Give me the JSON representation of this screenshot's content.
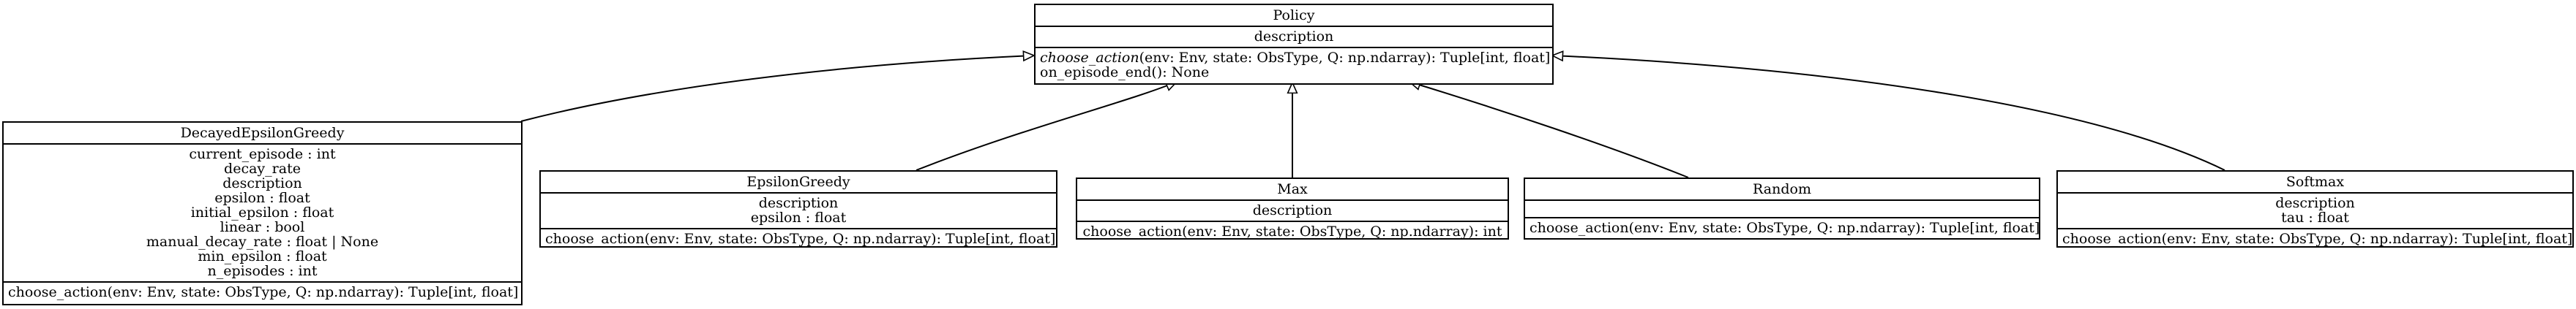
{
  "classes": {
    "policy": {
      "name": "Policy",
      "attributes": [
        "description"
      ],
      "methods": [
        {
          "abstract_name": "choose_action",
          "rest": "(env: Env, state: ObsType, Q: np.ndarray): Tuple[int, float]"
        },
        {
          "text": "on_episode_end(): None"
        }
      ]
    },
    "decayed": {
      "name": "DecayedEpsilonGreedy",
      "attributes": [
        "current_episode : int",
        "decay_rate",
        "description",
        "epsilon : float",
        "initial_epsilon : float",
        "linear : bool",
        "manual_decay_rate : float | None",
        "min_epsilon : float",
        "n_episodes : int"
      ],
      "methods": [
        "choose_action(env: Env, state: ObsType, Q: np.ndarray): Tuple[int, float]"
      ]
    },
    "epsilon": {
      "name": "EpsilonGreedy",
      "attributes": [
        "description",
        "epsilon : float"
      ],
      "methods": [
        "choose_action(env: Env, state: ObsType, Q: np.ndarray): Tuple[int, float]"
      ]
    },
    "max": {
      "name": "Max",
      "attributes": [
        "description"
      ],
      "methods": [
        "choose_action(env: Env, state: ObsType, Q: np.ndarray): int"
      ]
    },
    "random": {
      "name": "Random",
      "attributes": [],
      "methods": [
        "choose_action(env: Env, state: ObsType, Q: np.ndarray): Tuple[int, float]"
      ]
    },
    "softmax": {
      "name": "Softmax",
      "attributes": [
        "description",
        "tau : float"
      ],
      "methods": [
        "choose_action(env: Env, state: ObsType, Q: np.ndarray): Tuple[int, float]"
      ]
    }
  },
  "relations": [
    {
      "from": "DecayedEpsilonGreedy",
      "to": "Policy",
      "type": "generalization"
    },
    {
      "from": "EpsilonGreedy",
      "to": "Policy",
      "type": "generalization"
    },
    {
      "from": "Max",
      "to": "Policy",
      "type": "generalization"
    },
    {
      "from": "Random",
      "to": "Policy",
      "type": "generalization"
    },
    {
      "from": "Softmax",
      "to": "Policy",
      "type": "generalization"
    }
  ]
}
